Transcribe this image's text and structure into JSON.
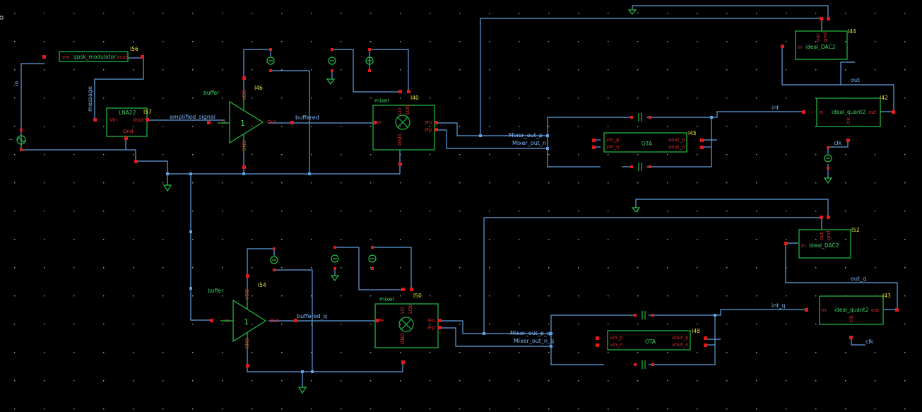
{
  "blocks": {
    "qpsk": {
      "cell": "qpsk_modulator",
      "inst": "I56",
      "pin_in": "vin",
      "pin_out": "vout"
    },
    "lna": {
      "cell": "LNA22",
      "inst": "I57",
      "pin_in": "Vin",
      "pin_out": "Vout",
      "pin_gnd": "Gnd"
    },
    "buf1": {
      "cell": "buffer",
      "inst": "I46",
      "pin_in": "In",
      "pin_out": "Out",
      "pin_vdd": "VDD",
      "pin_gnd": "GND",
      "gain": "1"
    },
    "buf2": {
      "cell": "buffer",
      "inst": "I54",
      "pin_in": "In",
      "pin_out": "Out",
      "pin_vdd": "VDD",
      "pin_gnd": "GND",
      "gain": "1"
    },
    "mix1": {
      "cell": "mixer",
      "inst": "I40",
      "pin_rf": "RF",
      "pin_ifn": "IFn",
      "pin_ifp": "IFp",
      "pin_lo": "LO",
      "pin_lob": "LOb",
      "pin_gnd": "GND"
    },
    "mix2": {
      "cell": "mixer",
      "inst": "I50",
      "pin_rf": "RF",
      "pin_ifn": "IFn",
      "pin_ifp": "IFp",
      "pin_lo": "LO",
      "pin_lob": "LOb",
      "pin_gnd": "GND"
    },
    "ota1": {
      "cell": "OTA",
      "inst": "I45",
      "vin_p": "vin_p",
      "vin_n": "vin_n",
      "vout_p": "vout_p",
      "vout_n": "vout_n"
    },
    "ota2": {
      "cell": "OTA",
      "inst": "I48",
      "vin_p": "vin_p",
      "vin_n": "vin_n",
      "vout_p": "vout_p",
      "vout_n": "vout_n"
    },
    "quant1": {
      "cell": "ideal_quant2",
      "inst": "I42",
      "pin_in": "in",
      "pin_out": "out",
      "pin_clk": "clk"
    },
    "quant2": {
      "cell": "ideal_quant2",
      "inst": "I43",
      "pin_in": "in",
      "pin_out": "out",
      "pin_clk": "clk"
    },
    "dac1": {
      "cell": "ideal_DAC2",
      "inst": "I44",
      "pin_in": "in",
      "pin_out": "out",
      "pin_gnd": "gnd"
    },
    "dac2": {
      "cell": "ideal_DAC2",
      "inst": "I52",
      "pin_in": "in",
      "pin_out": "out",
      "pin_gnd": "gnd"
    }
  },
  "nets": {
    "in": "in",
    "message": "message",
    "amplified_signal": "amplified_signal",
    "buffered": "buffered",
    "buffered_q": "buffered_q",
    "mixer_out_p": "Mixer_out_p",
    "mixer_out_n": "Mixer_out_n",
    "mixer_out_p_q": "Mixer_out_p_q",
    "mixer_out_n_q": "Mixer_out_n_q",
    "int": "int",
    "int_q": "int_q",
    "out": "out",
    "out_q": "out_q",
    "clk1": "clk",
    "clk2": "clk"
  },
  "colors": {
    "wire": "#5fa0e0",
    "symbol": "#22c044",
    "pin": "#e01b1b",
    "instance": "#e8e040",
    "background": "#000000"
  }
}
